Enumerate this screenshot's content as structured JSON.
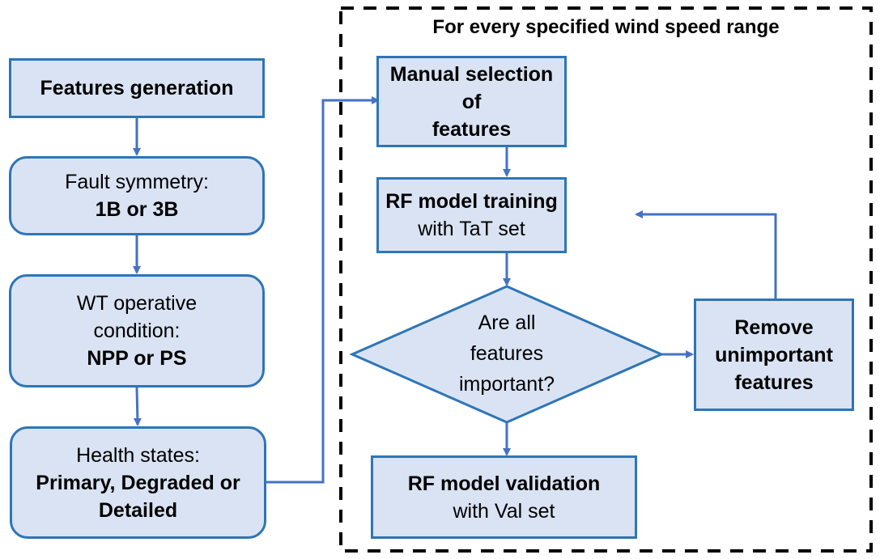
{
  "colors": {
    "node_fill": "#dae3f3",
    "node_border": "#2e75b6",
    "arrow": "#4472c4",
    "dashed_frame": "#000000"
  },
  "group": {
    "title": "For every specified wind speed range"
  },
  "nodes": {
    "features_generation": {
      "title": "Features generation"
    },
    "fault_symmetry": {
      "label": "Fault symmetry:",
      "value": "1B or 3B"
    },
    "wt_condition": {
      "label_line1": "WT operative",
      "label_line2": "condition:",
      "value": "NPP or PS"
    },
    "health_states": {
      "label": "Health states:",
      "value_line1": "Primary, Degraded or",
      "value_line2": "Detailed"
    },
    "manual_selection": {
      "line1": "Manual selection of",
      "line2": "features"
    },
    "rf_training": {
      "title": "RF model training",
      "subtitle": "with TaT set"
    },
    "decision": {
      "line1": "Are all",
      "line2": "features",
      "line3": "important?"
    },
    "remove_features": {
      "line1": "Remove",
      "line2": "unimportant",
      "line3": "features"
    },
    "rf_validation": {
      "title": "RF model validation",
      "subtitle": "with Val set"
    }
  }
}
